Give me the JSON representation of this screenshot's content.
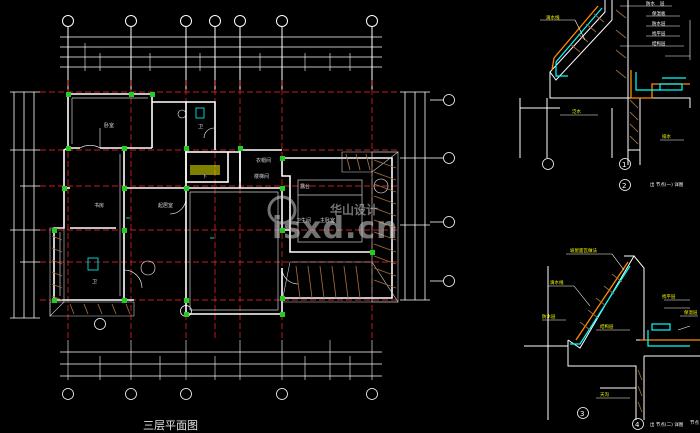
{
  "drawing": {
    "plan_title": "三层平面图",
    "rooms": {
      "r1": "卧室",
      "r2": "卫",
      "r3": "书房",
      "r4": "起居室",
      "r5": "卫",
      "r6": "露台",
      "r7": "楼梯间",
      "r8": "衣帽间",
      "r9": "下",
      "r10": "主卧室",
      "r11": "卫生间"
    },
    "detail_top": {
      "labels": [
        "防水",
        "层",
        "保温板",
        "防水层",
        "找平层",
        "结构层",
        "滴水线",
        "泛水",
        "排水"
      ],
      "caption": "出 节点(一) 详图",
      "numbers": [
        "1",
        "2"
      ]
    },
    "detail_bottom": {
      "labels": [
        "坡屋面瓦做法",
        "滴水线",
        "防水层",
        "找平层",
        "保温层",
        "结构层",
        "天沟",
        "节点"
      ],
      "caption": "出 节点(二) 详图",
      "numbers": [
        "3",
        "4"
      ]
    },
    "watermark": {
      "text": "isxd.cn",
      "sub": "华山设计"
    }
  },
  "colors": {
    "background": "#000000",
    "wall": "#ffffff",
    "axis": "#ff2a2a",
    "column": "#22cc22",
    "cyan": "#00ffff",
    "yellow": "#ffff00",
    "dim": "#ffffff"
  }
}
